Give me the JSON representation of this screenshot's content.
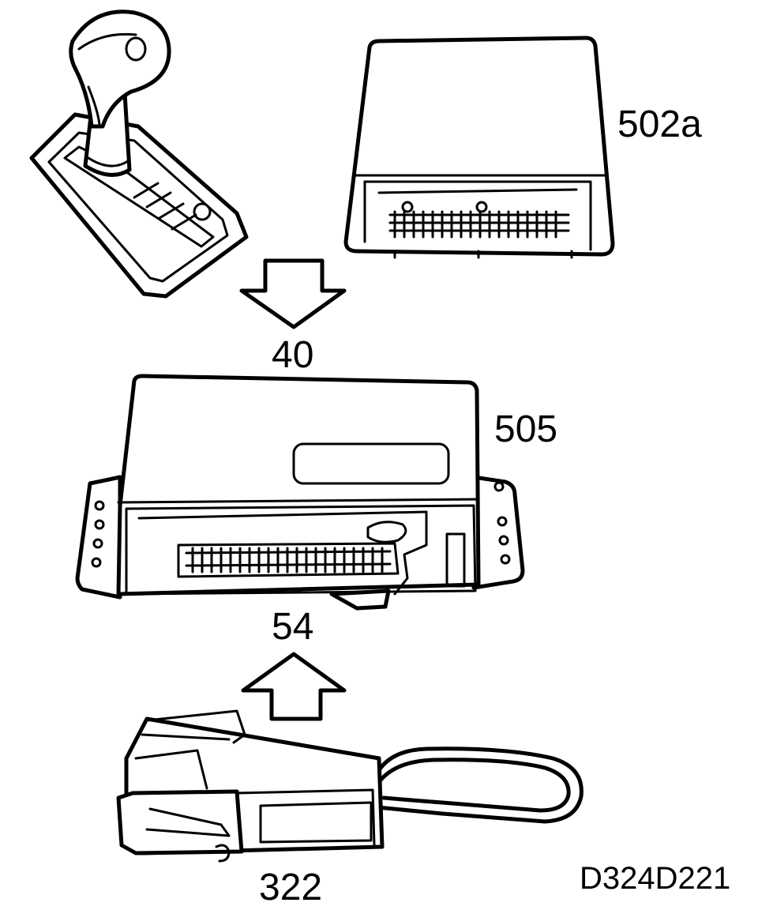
{
  "labels": {
    "shift_control_module": "502a",
    "signal_40": "40",
    "gearbox_control_unit": "505",
    "signal_54": "54",
    "connector": "322",
    "figure_reference": "D324D221"
  }
}
